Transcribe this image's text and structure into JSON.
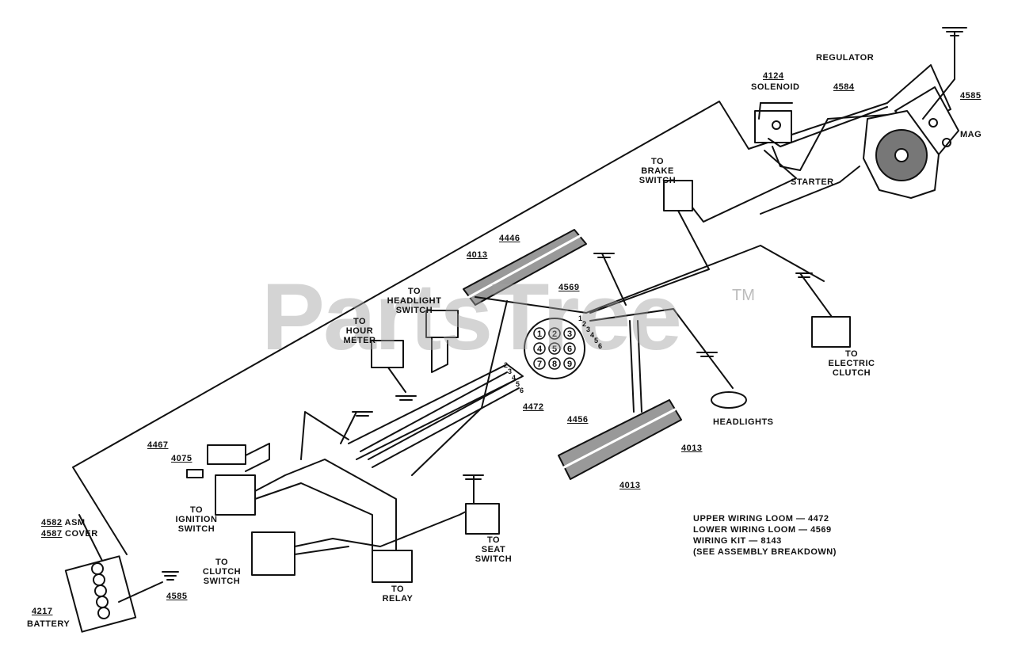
{
  "watermark": {
    "brand": "PartsTree",
    "tm": "TM"
  },
  "parts": {
    "p4124": "4124",
    "solenoid": "SOLENOID",
    "regulator": "REGULATOR",
    "p4584": "4584",
    "p4585_top": "4585",
    "mag": "MAG",
    "starter": "STARTER",
    "to_brake_1": "TO",
    "to_brake_2": "BRAKE",
    "to_brake_3": "SWITCH",
    "p4446": "4446",
    "p4013_a": "4013",
    "p4569": "4569",
    "to_headlight_1": "TO",
    "to_headlight_2": "HEADLIGHT",
    "to_headlight_3": "SWITCH",
    "to_hour_1": "TO",
    "to_hour_2": "HOUR",
    "to_hour_3": "METER",
    "to_clutch_e_1": "TO",
    "to_clutch_e_2": "ELECTRIC",
    "to_clutch_e_3": "CLUTCH",
    "headlights": "HEADLIGHTS",
    "p4472": "4472",
    "p4456": "4456",
    "p4013_b": "4013",
    "p4013_c": "4013",
    "p4467": "4467",
    "p4075": "4075",
    "to_ignition_1": "TO",
    "to_ignition_2": "IGNITION",
    "to_ignition_3": "SWITCH",
    "to_clutch_1": "TO",
    "to_clutch_2": "CLUTCH",
    "to_clutch_3": "SWITCH",
    "to_relay_1": "TO",
    "to_relay_2": "RELAY",
    "to_seat_1": "TO",
    "to_seat_2": "SEAT",
    "to_seat_3": "SWITCH",
    "p4582": "4582",
    "asm": "ASM",
    "p4587": "4587",
    "cover": "COVER",
    "p4217": "4217",
    "battery": "BATTERY",
    "p4585_bot": "4585"
  },
  "connector_pins": [
    "1",
    "2",
    "3",
    "4",
    "5",
    "6",
    "7",
    "8",
    "9"
  ],
  "wire_numbers_upper": [
    "2",
    "3",
    "4",
    "5",
    "6"
  ],
  "wire_numbers_lower": [
    "1",
    "2",
    "3",
    "4",
    "5",
    "6"
  ],
  "legend": {
    "line1": "UPPER WIRING LOOM — 4472",
    "line2": "LOWER WIRING LOOM — 4569",
    "line3": "WIRING KIT — 8143",
    "line4": "(SEE ASSEMBLY BREAKDOWN)"
  }
}
